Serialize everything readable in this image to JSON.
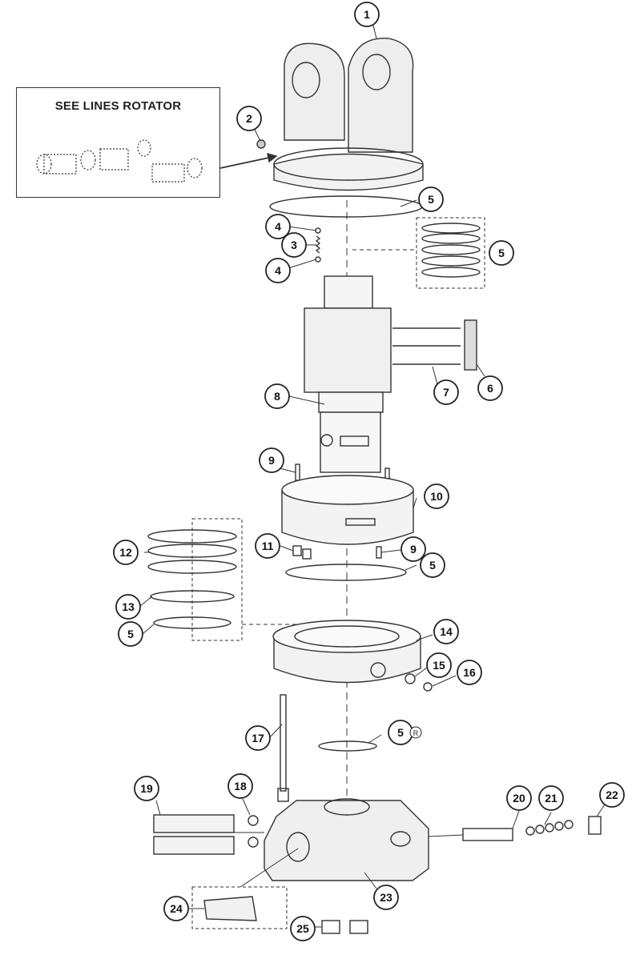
{
  "inset": {
    "title": "SEE LINES ROTATOR"
  },
  "callouts": [
    {
      "id": "c1",
      "label": "1"
    },
    {
      "id": "c2",
      "label": "2"
    },
    {
      "id": "c5a",
      "label": "5"
    },
    {
      "id": "c4a",
      "label": "4"
    },
    {
      "id": "c3",
      "label": "3"
    },
    {
      "id": "c5b",
      "label": "5"
    },
    {
      "id": "c4b",
      "label": "4"
    },
    {
      "id": "c8",
      "label": "8"
    },
    {
      "id": "c7",
      "label": "7"
    },
    {
      "id": "c6",
      "label": "6"
    },
    {
      "id": "c9a",
      "label": "9"
    },
    {
      "id": "c10",
      "label": "10"
    },
    {
      "id": "c11",
      "label": "11"
    },
    {
      "id": "c9b",
      "label": "9"
    },
    {
      "id": "c12",
      "label": "12"
    },
    {
      "id": "c5c",
      "label": "5"
    },
    {
      "id": "c13",
      "label": "13"
    },
    {
      "id": "c5d",
      "label": "5"
    },
    {
      "id": "c14",
      "label": "14"
    },
    {
      "id": "c15",
      "label": "15"
    },
    {
      "id": "c16",
      "label": "16"
    },
    {
      "id": "c17",
      "label": "17"
    },
    {
      "id": "c5e",
      "label": "5"
    },
    {
      "id": "c19",
      "label": "19"
    },
    {
      "id": "c18",
      "label": "18"
    },
    {
      "id": "c20",
      "label": "20"
    },
    {
      "id": "c21",
      "label": "21"
    },
    {
      "id": "c22",
      "label": "22"
    },
    {
      "id": "c23",
      "label": "23"
    },
    {
      "id": "c24",
      "label": "24"
    },
    {
      "id": "c25",
      "label": "25"
    }
  ],
  "repair_kit_mark": "R"
}
